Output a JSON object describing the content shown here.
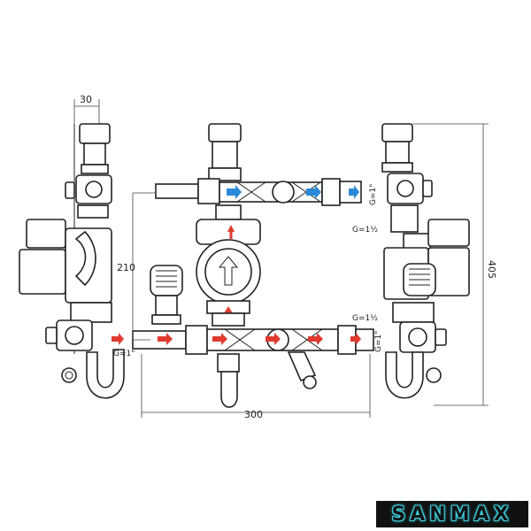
{
  "dimensions": {
    "width_30": "30",
    "height_210": "210",
    "width_300": "300",
    "height_405": "405"
  },
  "thread_labels": {
    "inlet_left": "G=1\"",
    "outlet_top_right": "G=1\"",
    "outlet_bottom_right": "G=1\"",
    "pump_top": "G=1½",
    "pump_bottom": "G=1½"
  },
  "brand": {
    "logo_text": "SANMAX"
  },
  "colors": {
    "supply_arrow": "#e03a2e",
    "return_arrow": "#2a8ad8",
    "logo_accent": "#3fd6e6"
  }
}
